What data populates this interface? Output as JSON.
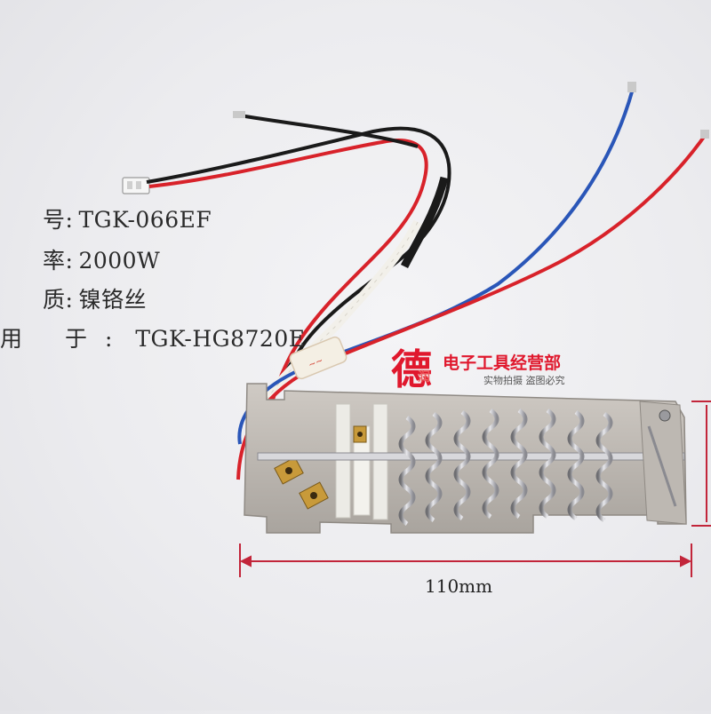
{
  "specs": [
    {
      "label": "号:",
      "value": "TGK-066EF"
    },
    {
      "label": "率:",
      "value": "2000W"
    },
    {
      "label": "质:",
      "value": "镍铬丝"
    },
    {
      "label": "用 于:",
      "value": "TGK-HG8720E"
    }
  ],
  "watermark": {
    "logo_char": "德",
    "logo_small": "润",
    "shop_name": "电子工具经营部",
    "notice": "实物拍摄 盗图必究"
  },
  "dimension": {
    "width_label": "110mm"
  },
  "colors": {
    "wire_red": "#d8222a",
    "wire_blue": "#2a56b8",
    "wire_black": "#1a1a1a",
    "wire_white": "#f2f0ea",
    "mica_plate": "#b9b4ae",
    "dimension_line": "#c2253a",
    "watermark_red": "#e0182d"
  },
  "icons": [
    "heating-element-photo",
    "connector-plug",
    "dimension-arrows"
  ]
}
